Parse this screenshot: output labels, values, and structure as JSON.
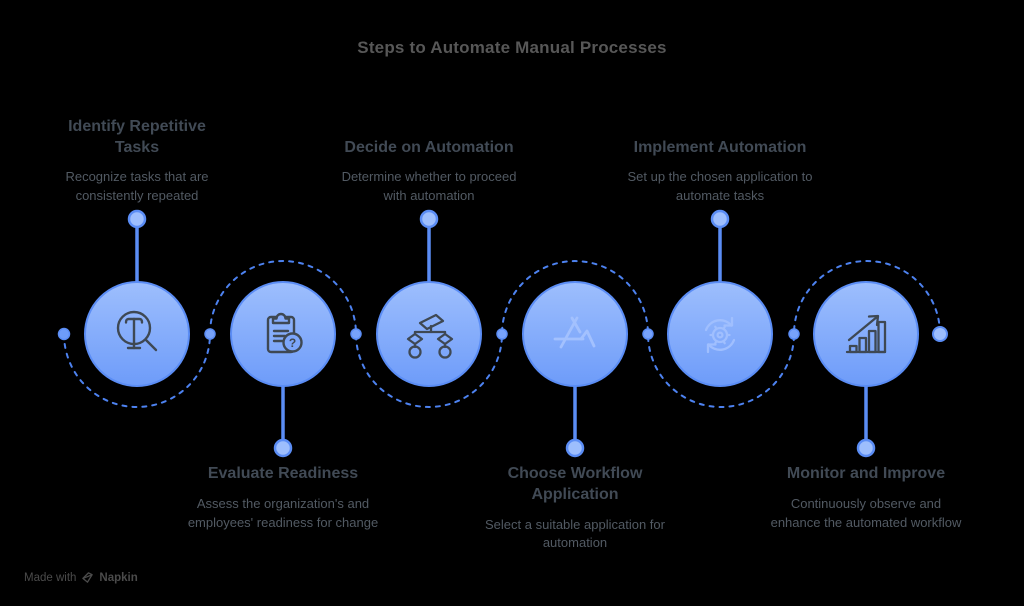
{
  "title": "Steps to Automate Manual Processes",
  "steps": [
    {
      "heading": "Identify Repetitive Tasks",
      "description": "Recognize tasks that are consistently repeated",
      "icon": "text-search-icon",
      "text_position": "top"
    },
    {
      "heading": "Evaluate Readiness",
      "description": "Assess the organization's and employees' readiness for change",
      "icon": "clipboard-question-icon",
      "text_position": "bottom"
    },
    {
      "heading": "Decide on Automation",
      "description": "Determine whether to proceed with automation",
      "icon": "decision-flowchart-icon",
      "text_position": "top"
    },
    {
      "heading": "Choose Workflow Application",
      "description": "Select a suitable application for automation",
      "icon": "app-store-icon",
      "text_position": "bottom"
    },
    {
      "heading": "Implement Automation",
      "description": "Set up the chosen application to automate tasks",
      "icon": "gear-sync-icon",
      "text_position": "top"
    },
    {
      "heading": "Monitor and Improve",
      "description": "Continuously observe and enhance the automated workflow",
      "icon": "growth-chart-icon",
      "text_position": "bottom"
    }
  ],
  "footer": {
    "text": "Made with",
    "brand": "Napkin"
  },
  "colors": {
    "background": "#000000",
    "node_fill_top": "#9DBEFD",
    "node_fill_bottom": "#6E9CF9",
    "node_border": "#5B8DF5",
    "connector": "#4D82F0",
    "icon_dark": "#3E4853",
    "icon_light": "#A3C1FE",
    "title_text": "#575757",
    "heading_text": "#414A55",
    "body_text": "#525A63",
    "footer_text": "#4B4B4B"
  }
}
